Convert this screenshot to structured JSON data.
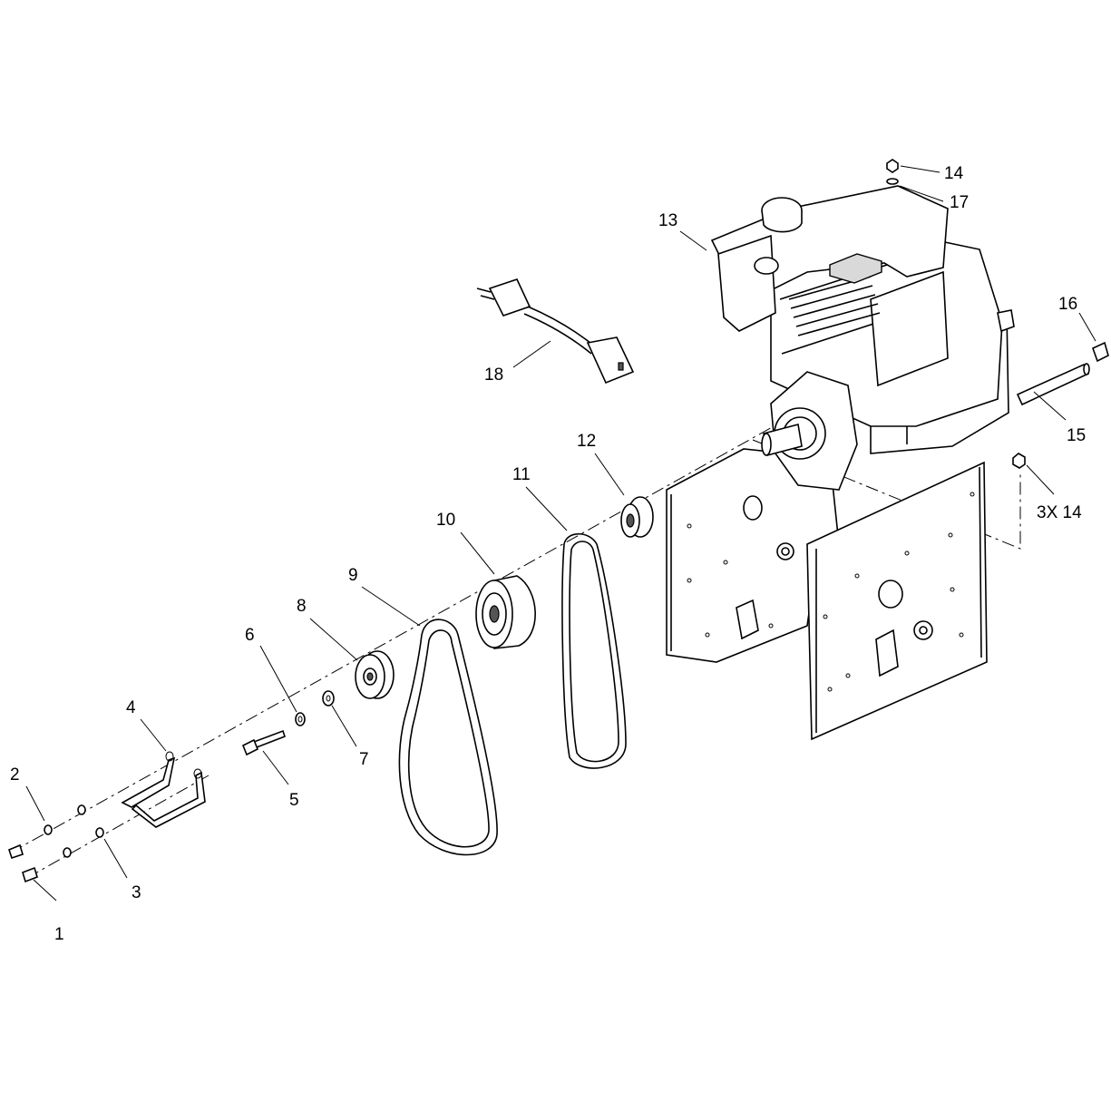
{
  "labels": [
    {
      "id": "1",
      "text": "1"
    },
    {
      "id": "2",
      "text": "2"
    },
    {
      "id": "3",
      "text": "3"
    },
    {
      "id": "4",
      "text": "4"
    },
    {
      "id": "5",
      "text": "5"
    },
    {
      "id": "6",
      "text": "6"
    },
    {
      "id": "7",
      "text": "7"
    },
    {
      "id": "8",
      "text": "8"
    },
    {
      "id": "9",
      "text": "9"
    },
    {
      "id": "10",
      "text": "10"
    },
    {
      "id": "11",
      "text": "11"
    },
    {
      "id": "12",
      "text": "12"
    },
    {
      "id": "13",
      "text": "13"
    },
    {
      "id": "14",
      "text": "14"
    },
    {
      "id": "15",
      "text": "15"
    },
    {
      "id": "16",
      "text": "16"
    },
    {
      "id": "17",
      "text": "17"
    },
    {
      "id": "18",
      "text": "18"
    },
    {
      "id": "3x14",
      "text": "3X 14"
    }
  ]
}
